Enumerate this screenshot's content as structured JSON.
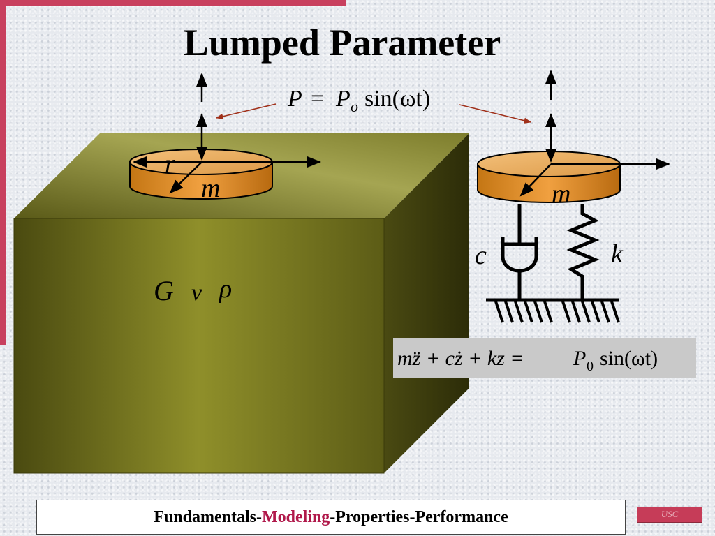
{
  "title": "Lumped Parameter",
  "force_equation": {
    "P": "P",
    "equals": "=",
    "Po_base": "P",
    "Po_sub": "o",
    "rest": "sin(ωt)"
  },
  "soil_properties": {
    "G": "G",
    "v": "v",
    "rho": "ρ"
  },
  "footing_labels": {
    "radius": "r",
    "mass_left": "m",
    "mass_right": "m"
  },
  "model_labels": {
    "damping": "c",
    "stiffness": "k"
  },
  "equation_of_motion": {
    "lhs": "mz̈ + cż + kz =",
    "P0_base": "P",
    "P0_sub": "0",
    "rhs": "sin(ωt)"
  },
  "footer": {
    "part1": "Fundamentals-",
    "part2": "Modeling",
    "part3": "-Properties-Performance"
  },
  "badge": "USC",
  "colors": {
    "accent": "#c8405e",
    "soil": "#7a7a20",
    "footing": "#e0902a",
    "arrow_red": "#a0301a",
    "footer_highlight": "#b0184a"
  }
}
